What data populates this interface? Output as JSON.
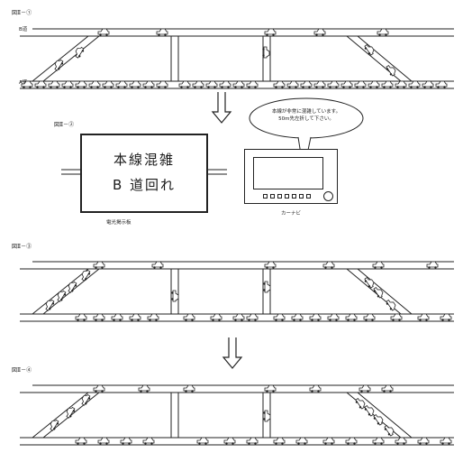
{
  "figures": [
    {
      "id": "fig1",
      "label": "図Ⅱ－①"
    },
    {
      "id": "fig2",
      "label": "図Ⅱ－②"
    },
    {
      "id": "fig3",
      "label": "図Ⅱ－③"
    },
    {
      "id": "fig4",
      "label": "図Ⅱ－④"
    }
  ],
  "road_labels": {
    "b_road": "B道",
    "a_road": "A道"
  },
  "sign": {
    "line1": "本線混雑",
    "line2": "B 道回れ",
    "caption": "電光掲示板"
  },
  "navigation": {
    "bubble_line1": "本線が非常に混雑しています。",
    "bubble_line2": "50m先左折して下さい。",
    "caption": "カーナビ"
  },
  "colors": {
    "ink": "#222222",
    "background": "#ffffff"
  }
}
